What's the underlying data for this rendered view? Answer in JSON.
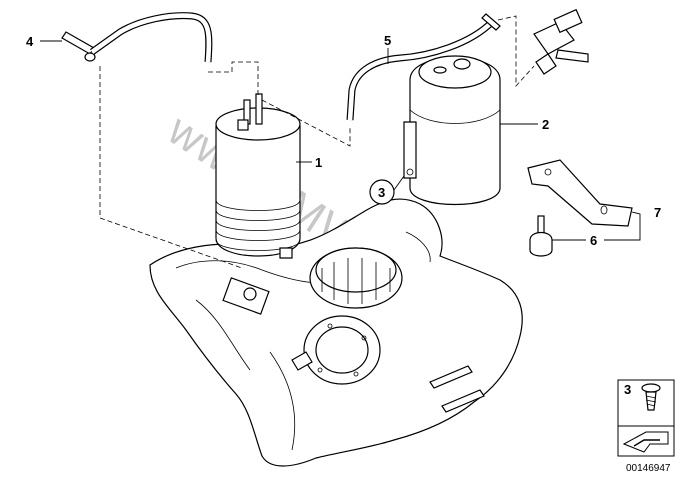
{
  "diagram": {
    "callouts": [
      {
        "id": "1",
        "label": "1"
      },
      {
        "id": "2",
        "label": "2"
      },
      {
        "id": "3",
        "label": "3"
      },
      {
        "id": "4",
        "label": "4"
      },
      {
        "id": "5",
        "label": "5"
      },
      {
        "id": "6",
        "label": "6"
      },
      {
        "id": "7",
        "label": "7"
      }
    ],
    "watermark": "www.BMWStore.pl",
    "legend": {
      "item_label": "3"
    },
    "image_code": "00146947"
  }
}
